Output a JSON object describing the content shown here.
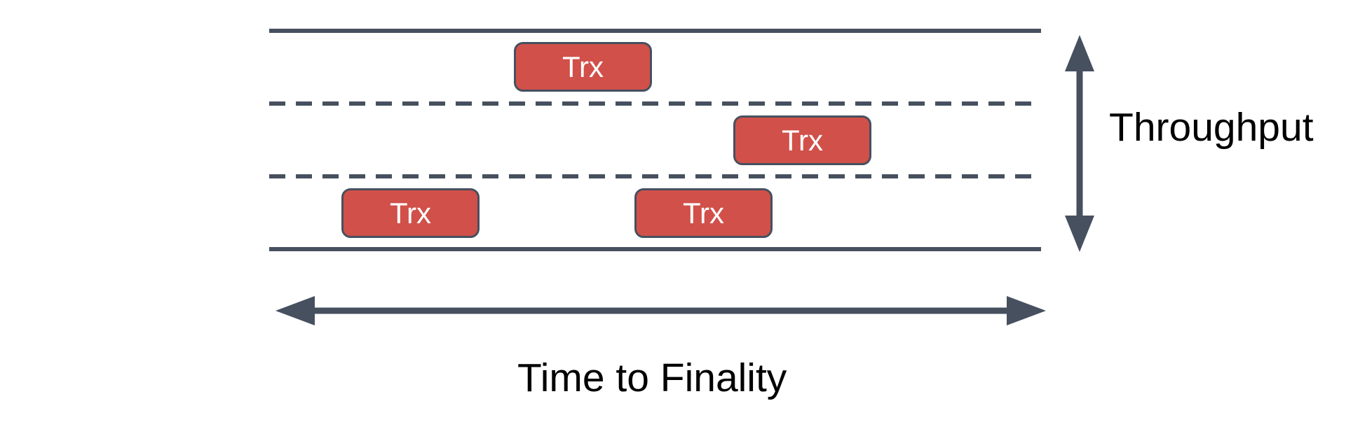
{
  "colors": {
    "slate": "#46505F",
    "red": "#D1504A",
    "white": "#FFFFFF",
    "black": "#000000"
  },
  "axes": {
    "vertical_label": "Throughput",
    "horizontal_label": "Time to Finality"
  },
  "road": {
    "lanes": 3,
    "outer_line_style": "solid",
    "lane_divider_style": "dashed"
  },
  "transactions": [
    {
      "label": "Trx",
      "lane": 1
    },
    {
      "label": "Trx",
      "lane": 2
    },
    {
      "label": "Trx",
      "lane": 3
    },
    {
      "label": "Trx",
      "lane": 3
    }
  ],
  "icons": {
    "vertical_arrow": "double-headed-vertical-arrow",
    "horizontal_arrow": "double-headed-horizontal-arrow"
  }
}
